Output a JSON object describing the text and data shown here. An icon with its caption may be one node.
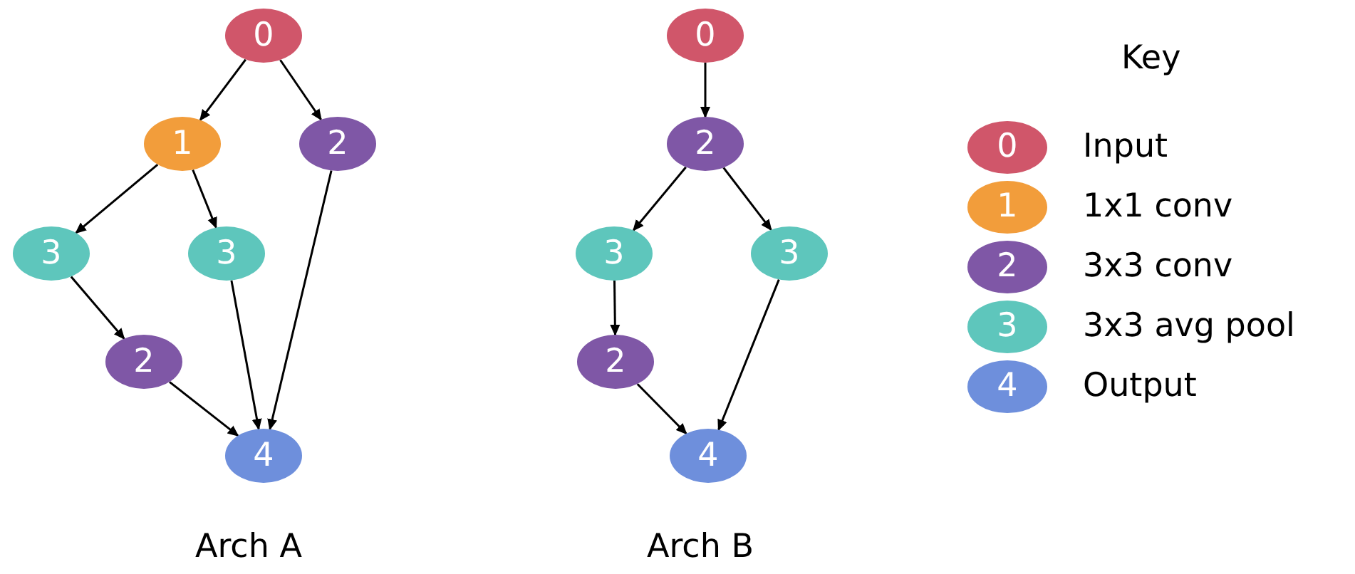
{
  "diagram": {
    "nodes": [
      {
        "text": [
          "0"
        ]
      },
      {
        "text": [
          "1"
        ]
      },
      {
        "text": [
          "2"
        ]
      },
      {
        "text": [
          "3"
        ]
      },
      {
        "text": [
          "3"
        ]
      },
      {
        "text": [
          "2"
        ]
      },
      {
        "text": [
          "4"
        ]
      },
      {
        "text": [
          "0"
        ]
      },
      {
        "text": [
          "2"
        ]
      },
      {
        "text": [
          "3"
        ]
      },
      {
        "text": [
          "3"
        ]
      },
      {
        "text": [
          "2"
        ]
      },
      {
        "text": [
          "4"
        ]
      }
    ],
    "edges": [
      {
        "from": 0,
        "to": 1,
        "arrow": "to"
      },
      {
        "from": 0,
        "to": 2,
        "arrow": "to"
      },
      {
        "from": 1,
        "to": 3,
        "arrow": "to"
      },
      {
        "from": 1,
        "to": 4,
        "arrow": "to"
      },
      {
        "from": 3,
        "to": 5,
        "arrow": "to"
      },
      {
        "from": 5,
        "to": 6,
        "arrow": "to"
      },
      {
        "from": 4,
        "to": 6,
        "arrow": "to"
      },
      {
        "from": 2,
        "to": 6,
        "arrow": "to"
      },
      {
        "from": 7,
        "to": 8,
        "arrow": "to"
      },
      {
        "from": 8,
        "to": 9,
        "arrow": "to"
      },
      {
        "from": 8,
        "to": 10,
        "arrow": "to"
      },
      {
        "from": 9,
        "to": 11,
        "arrow": "to"
      },
      {
        "from": 11,
        "to": 12,
        "arrow": "to"
      },
      {
        "from": 10,
        "to": 12,
        "arrow": "to"
      }
    ],
    "labels": [
      "Key",
      "0",
      "1",
      "2",
      "3",
      "4",
      "Arch A",
      "Arch B"
    ],
    "legend": [
      {
        "text": "Input",
        "color": "#d0566a"
      },
      {
        "text": "1x1 conv",
        "color": "#f29d3b"
      },
      {
        "text": "3x3 conv",
        "color": "#7f57a6"
      },
      {
        "text": "3x3 avg pool",
        "color": "#5ec6bc"
      },
      {
        "text": "Output",
        "color": "#6e8fdc"
      }
    ]
  }
}
